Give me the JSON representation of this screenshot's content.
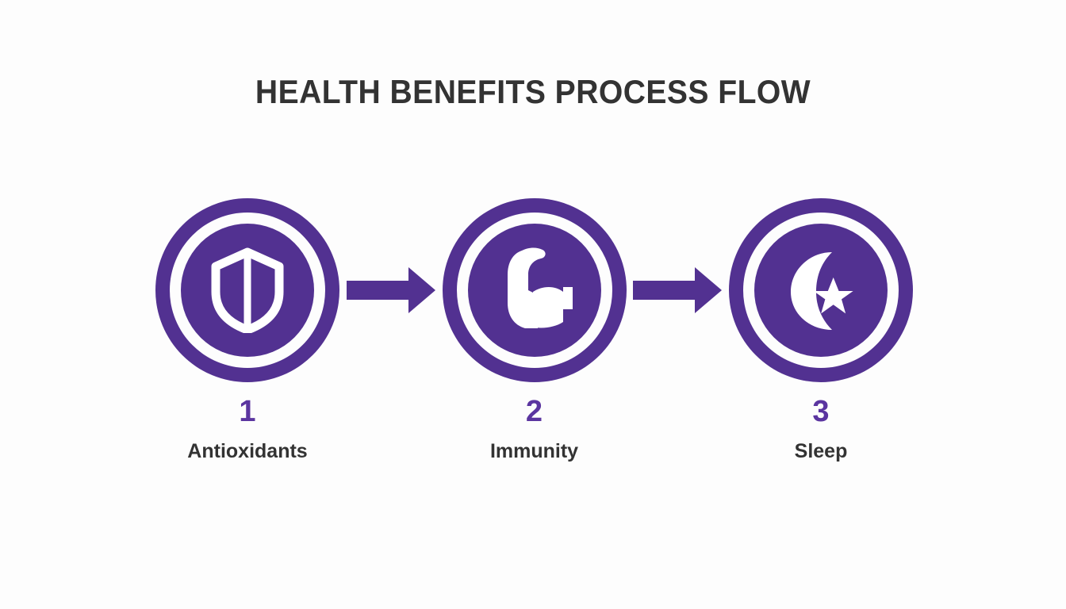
{
  "page": {
    "title": "HEALTH BENEFITS PROCESS FLOW",
    "background_color": "#fdfdfd",
    "accent_color": "#523191",
    "number_color": "#5b35a0",
    "text_color": "#333333"
  },
  "flow": {
    "steps": [
      {
        "number": "1",
        "label": "Antioxidants",
        "icon": "shield-icon"
      },
      {
        "number": "2",
        "label": "Immunity",
        "icon": "flexed-bicep-icon"
      },
      {
        "number": "3",
        "label": "Sleep",
        "icon": "crescent-moon-star-icon"
      }
    ],
    "connectors": [
      {
        "icon": "arrow-right-icon"
      },
      {
        "icon": "arrow-right-icon"
      }
    ]
  }
}
